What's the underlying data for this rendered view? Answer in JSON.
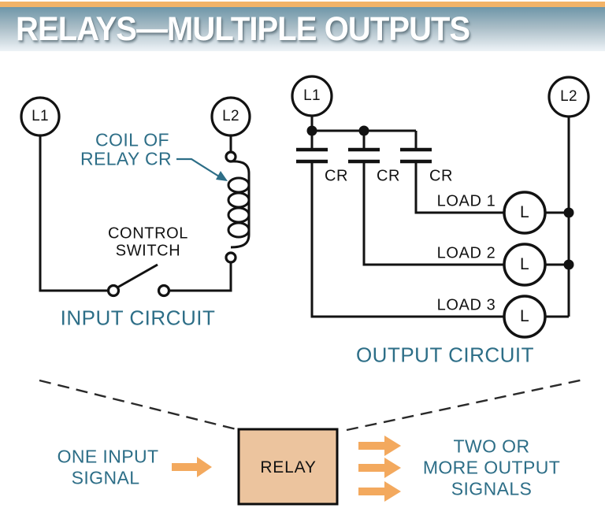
{
  "header": {
    "title": "RELAYS—MULTIPLE OUTPUTS"
  },
  "input_circuit": {
    "terminal_left": "L1",
    "terminal_right": "L2",
    "coil_label": [
      "COIL OF",
      "RELAY CR"
    ],
    "switch_label": [
      "CONTROL",
      "SWITCH"
    ],
    "caption": "INPUT CIRCUIT"
  },
  "output_circuit": {
    "terminal_left": "L1",
    "terminal_right": "L2",
    "contact_labels": [
      "CR",
      "CR",
      "CR"
    ],
    "loads": [
      {
        "label": "LOAD 1",
        "lamp": "L"
      },
      {
        "label": "LOAD 2",
        "lamp": "L"
      },
      {
        "label": "LOAD 3",
        "lamp": "L"
      }
    ],
    "caption": "OUTPUT CIRCUIT"
  },
  "summary": {
    "relay_label": "RELAY",
    "input_text": [
      "ONE INPUT",
      "SIGNAL"
    ],
    "output_text": [
      "TWO OR",
      "MORE OUTPUT",
      "SIGNALS"
    ]
  },
  "colors": {
    "teal": "#2d6e87",
    "orange": "#f3a95e",
    "relay_fill": "#ecc49e",
    "banner_orange": "#f2b368",
    "banner_grad_top": "#6e96a8",
    "banner_grad_bottom": "#eef3f7",
    "ink": "#121212"
  }
}
